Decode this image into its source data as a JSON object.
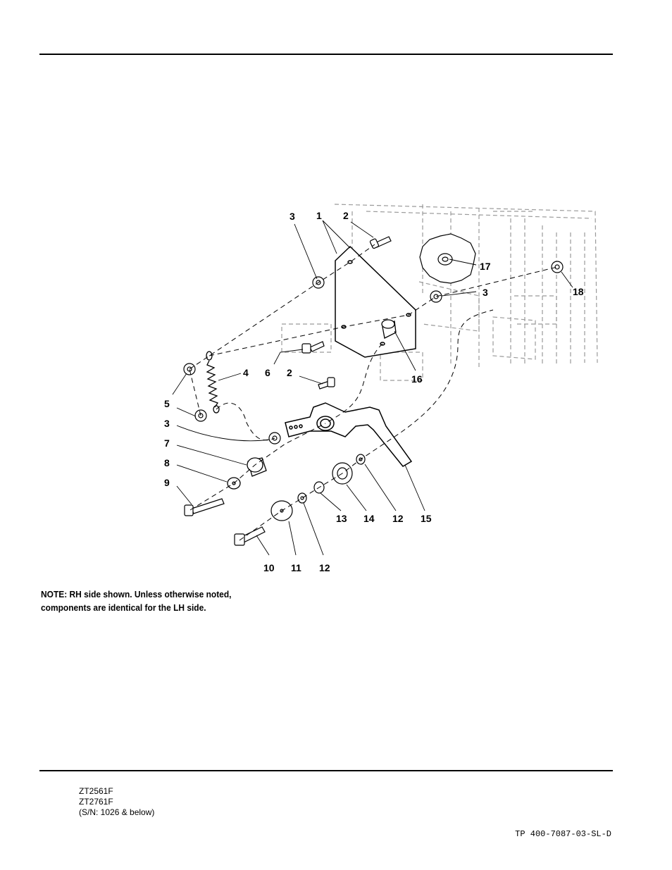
{
  "callouts": {
    "c1": "1",
    "c2a": "2",
    "c2b": "2",
    "c3a": "3",
    "c3b": "3",
    "c3c": "3",
    "c4": "4",
    "c5": "5",
    "c6": "6",
    "c7": "7",
    "c8": "8",
    "c9": "9",
    "c10": "10",
    "c11": "11",
    "c12a": "12",
    "c12b": "12",
    "c13": "13",
    "c14": "14",
    "c15": "15",
    "c16": "16",
    "c17": "17",
    "c18": "18"
  },
  "note": {
    "line1": "NOTE: RH side shown.  Unless otherwise noted,",
    "line2": "components are identical for the LH side."
  },
  "footer": {
    "model1": "ZT2561F",
    "model2": "ZT2761F",
    "serial": "(S/N: 1026 & below)",
    "doc_id": "TP 400-7087-03-SL-D"
  }
}
